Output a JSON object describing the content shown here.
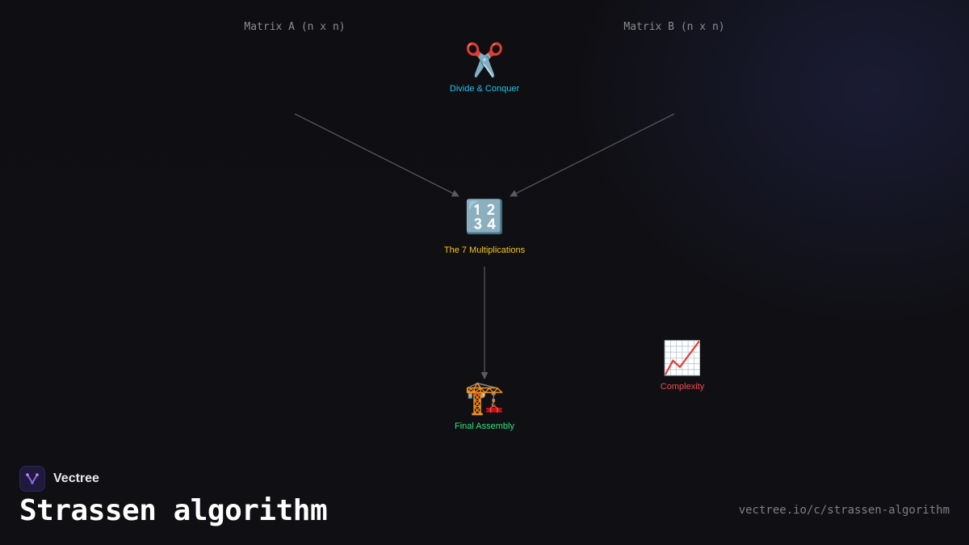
{
  "diagram": {
    "matrix_a_label": "Matrix A (n x n)",
    "matrix_b_label": "Matrix B (n x n)",
    "nodes": {
      "divide": {
        "icon": "scissors-icon",
        "emoji": "✂️",
        "label": "Divide & Conquer",
        "color": "#22c4e6"
      },
      "multiplications": {
        "icon": "numbers-1234-icon",
        "emoji": "🔢",
        "label": "The 7 Multiplications",
        "color": "#f5c518"
      },
      "assembly": {
        "icon": "crane-construction-icon",
        "emoji": "🏗️",
        "label": "Final Assembly",
        "color": "#32e07a"
      },
      "complexity": {
        "icon": "chart-increasing-icon",
        "emoji": "📈",
        "label": "Complexity",
        "color": "#ef4b4b"
      }
    },
    "edge_color": "#5a5a60"
  },
  "footer": {
    "brand_name": "Vectree",
    "brand_icon": "vectree-logo-icon",
    "title": "Strassen algorithm",
    "url": "vectree.io/c/strassen-algorithm"
  }
}
